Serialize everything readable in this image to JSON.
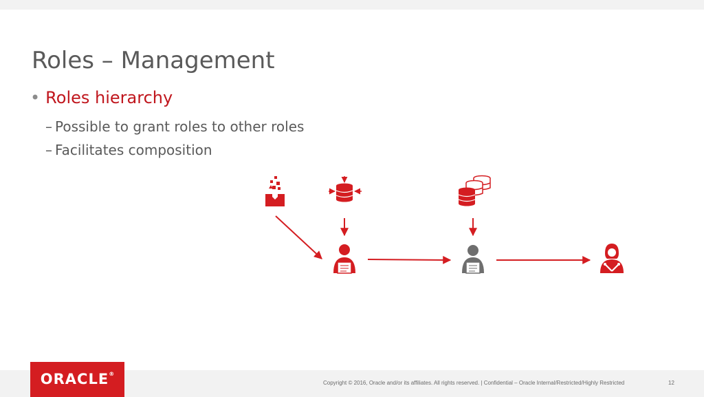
{
  "slide": {
    "title": "Roles – Management",
    "bullet": "Roles hierarchy",
    "bullet_marker": "•",
    "sub_marker": "–",
    "sub_bullets": [
      "Possible to grant roles to other roles",
      "Facilitates composition"
    ]
  },
  "footer": {
    "logo": "ORACLE",
    "logo_mark": "®",
    "copyright": "Copyright © 2016, Oracle and/or its affiliates. All rights reserved.  |  Confidential – Oracle Internal/Restricted/Highly Restricted",
    "page_number": "12"
  },
  "colors": {
    "accent": "#c0161d",
    "oracle_red": "#d41d21",
    "gray_icon": "#6e6e6e",
    "text_gray": "#5a5a5a"
  },
  "diagram": {
    "icons": [
      "data-export-icon",
      "db-import-icon",
      "db-stack-icon",
      "role-user-red-icon",
      "role-user-gray-icon",
      "admin-user-icon"
    ]
  }
}
